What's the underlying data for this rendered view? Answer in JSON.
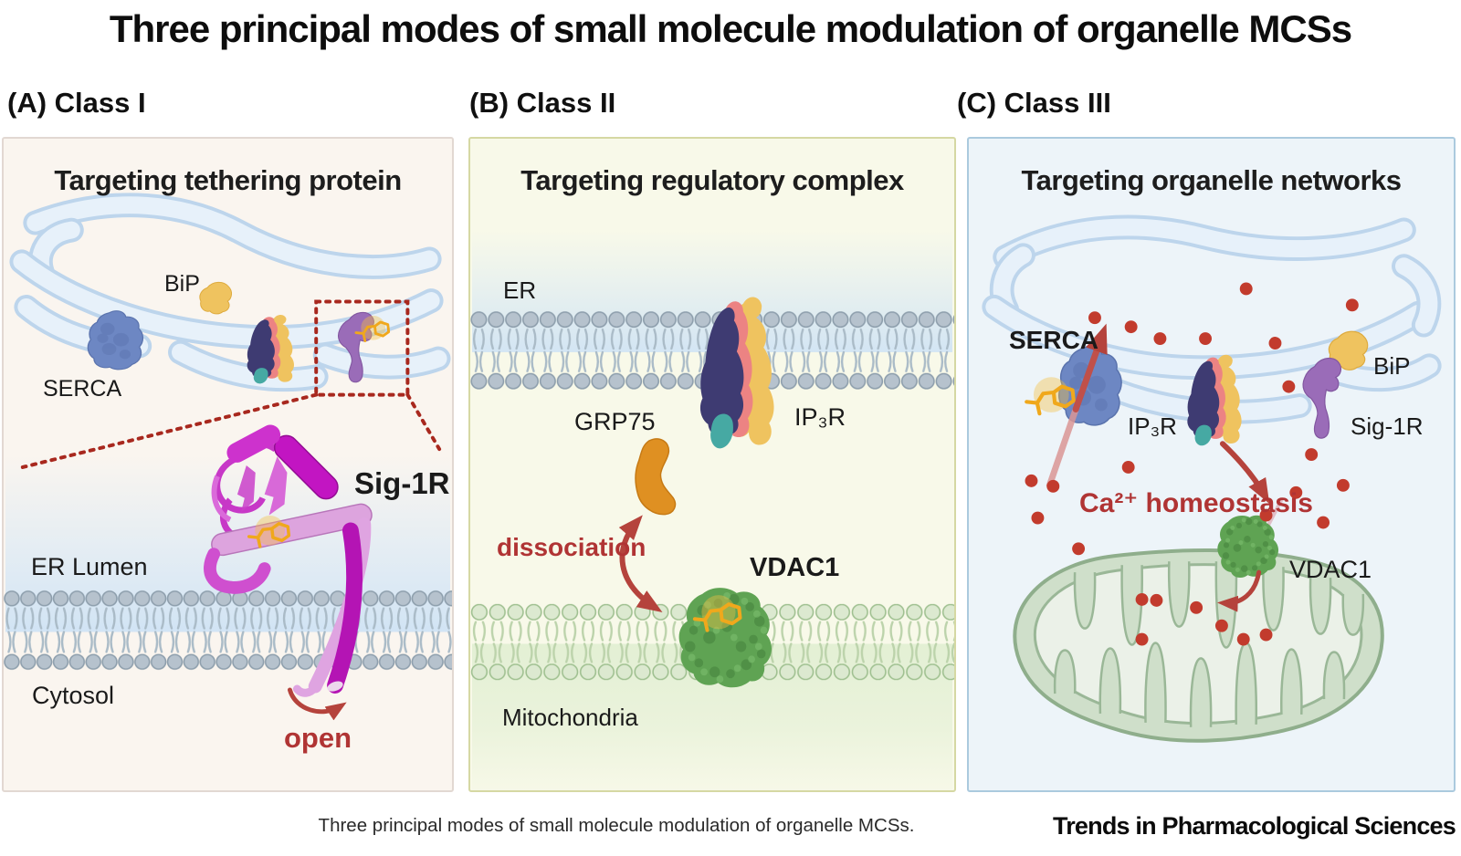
{
  "title": "Three principal modes of small molecule modulation of organelle MCSs",
  "footer": {
    "caption": "Three principal modes of small molecule modulation of organelle MCSs.",
    "journal": "Trends in Pharmacological Sciences"
  },
  "panels": [
    {
      "tag": "(A) Class I",
      "header": "Targeting tethering protein",
      "labels": {
        "bip": "BiP",
        "serca": "SERCA",
        "sig1r": "Sig-1R",
        "er_lumen": "ER Lumen",
        "cytosol": "Cytosol",
        "open": "open"
      }
    },
    {
      "tag": "(B) Class II",
      "header": "Targeting regulatory complex",
      "labels": {
        "er": "ER",
        "grp75": "GRP75",
        "ip3r": "IP₃R",
        "dissociation": "dissociation",
        "vdac1": "VDAC1",
        "mitochondria": "Mitochondria"
      }
    },
    {
      "tag": "(C) Class III",
      "header": "Targeting organelle networks",
      "labels": {
        "serca": "SERCA",
        "ip3r": "IP₃R",
        "bip": "BiP",
        "sig1r": "Sig-1R",
        "ca": "Ca²⁺ homeostasis",
        "vdac1": "VDAC1"
      }
    }
  ],
  "colors": {
    "panel_a_bg": "#faf5ef",
    "panel_b_bg": "#f8f9e9",
    "panel_c_bg": "#edf4f9",
    "accent_red_text": "#b03434",
    "arrow_red": "#b5433c",
    "calcium_dot_red": "#c23b2d",
    "dotted_box_red": "#a8281e",
    "ip3r_navy": "#3e3b72",
    "ip3r_pink": "#ec8383",
    "ip3r_yellow": "#efc35f",
    "ip3r_teal": "#46a9a3",
    "serca_blue": "#6d87c3",
    "bip_yellow": "#efc35f",
    "sig1r_purple": "#9a6cb8",
    "grp75_orange": "#df9022",
    "vdac_green": "#5fa353",
    "ligand_yellow": "#f0a81c",
    "membrane_grey": "#b6c2cd",
    "membrane_green": "#dce9d0",
    "er_tubule_blue": "#dceaf7",
    "mito_green_band": "#cfdfca",
    "mito_matrix": "#ebf1e8",
    "ribbon_magenta": "#bc12bc"
  }
}
